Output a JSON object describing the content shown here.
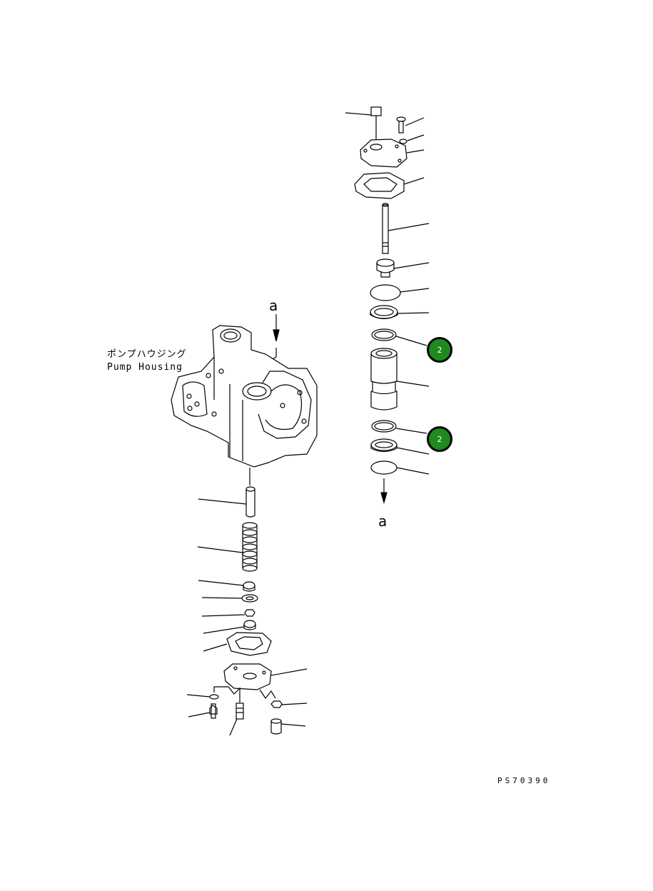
{
  "labels": {
    "housing_jp": "ポンプハウジング",
    "housing_en": "Pump Housing",
    "view_a_top": "a",
    "view_a_bottom": "a",
    "drawing_number": "PS70390"
  },
  "badges": [
    {
      "text": "2",
      "color": "#1f8a1f"
    },
    {
      "text": "2",
      "color": "#1f8a1f"
    }
  ],
  "colors": {
    "ink": "#000000",
    "badge": "#1f8a1f"
  }
}
